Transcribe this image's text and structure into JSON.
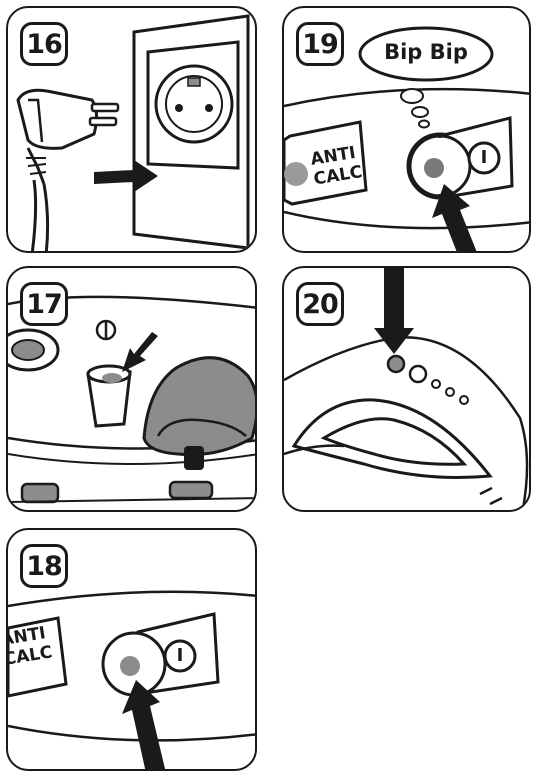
{
  "panels": [
    {
      "step": "16"
    },
    {
      "step": "19",
      "bubble": "Bip Bip",
      "button_label": "ANTI\nCALC",
      "power_symbol": "I"
    },
    {
      "step": "17"
    },
    {
      "step": "20"
    },
    {
      "step": "18",
      "button_label": "ANTI\nCALC",
      "power_symbol": "I"
    }
  ],
  "colors": {
    "ink": "#1a1a1a",
    "led": "#9a9a9a",
    "shade": "#8c8c8c",
    "paper": "#ffffff"
  }
}
